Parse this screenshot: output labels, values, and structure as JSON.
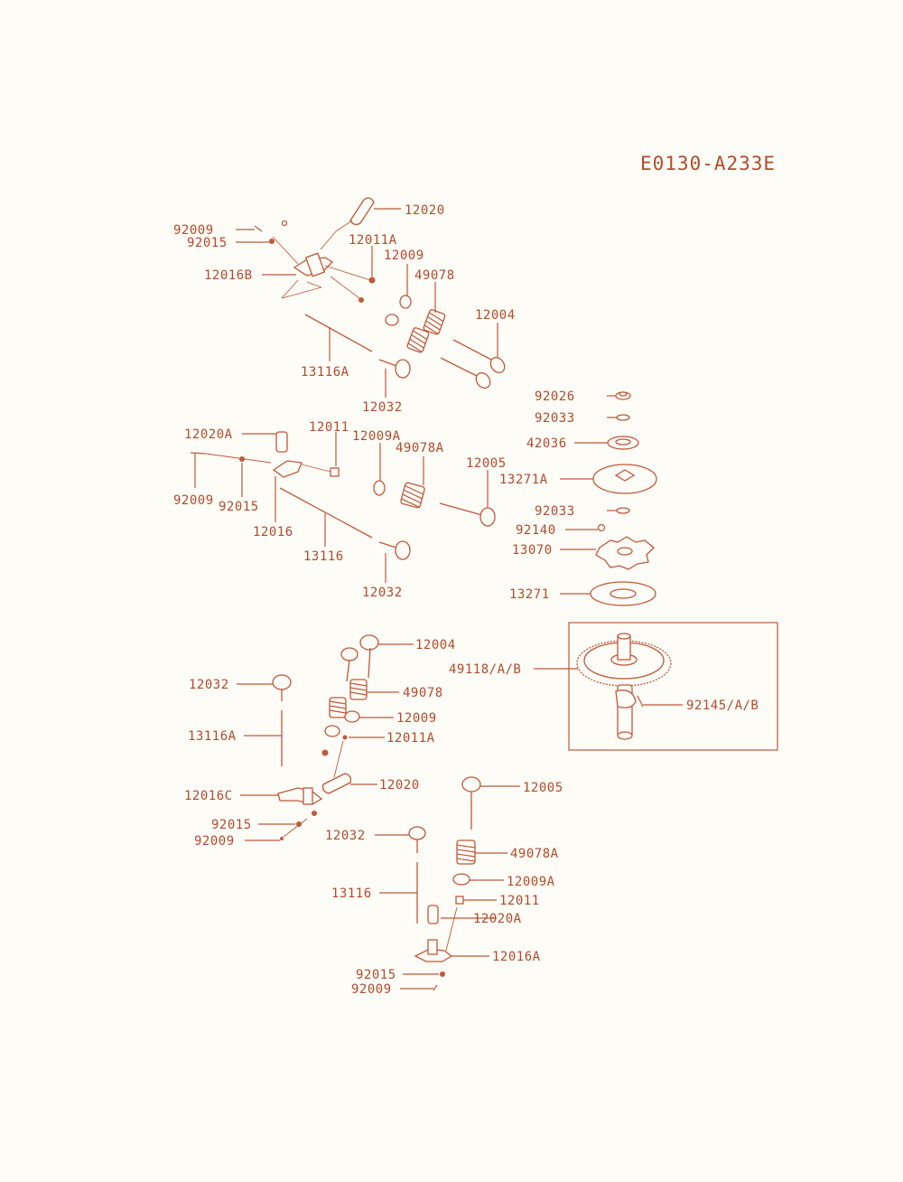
{
  "title": "E0130-A233E",
  "colors": {
    "line": "#c0583a",
    "text": "#b44a2c",
    "background": "#fdfcf6"
  },
  "labels": {
    "u_12020": "12020",
    "u_92009": "92009",
    "u_92015": "92015",
    "u_12011A": "12011A",
    "u_12016B": "12016B",
    "u_12009": "12009",
    "u_49078": "49078",
    "u_12004": "12004",
    "u_13116A": "13116A",
    "u_12032": "12032",
    "m_12020A": "12020A",
    "m_12011": "12011",
    "m_12009A": "12009A",
    "m_49078A": "49078A",
    "m_12005": "12005",
    "m_92009": "92009",
    "m_92015": "92015",
    "m_12016": "12016",
    "m_13116": "13116",
    "m_12032": "12032",
    "r_92026": "92026",
    "r_92033a": "92033",
    "r_42036": "42036",
    "r_13271A": "13271A",
    "r_92033b": "92033",
    "r_92140": "92140",
    "r_13070": "13070",
    "r_13271": "13271",
    "r_49118": "49118/A/B",
    "r_92145": "92145/A/B",
    "l_12004": "12004",
    "l_12032": "12032",
    "l_49078": "49078",
    "l_12009": "12009",
    "l_13116A": "13116A",
    "l_12011A": "12011A",
    "l_12020": "12020",
    "l_12016C": "12016C",
    "l_92015": "92015",
    "l_92009": "92009",
    "b_12005": "12005",
    "b_12032": "12032",
    "b_49078A": "49078A",
    "b_12009A": "12009A",
    "b_12011": "12011",
    "b_13116": "13116",
    "b_12020A": "12020A",
    "b_12016A": "12016A",
    "b_92015": "92015",
    "b_92009": "92009"
  }
}
